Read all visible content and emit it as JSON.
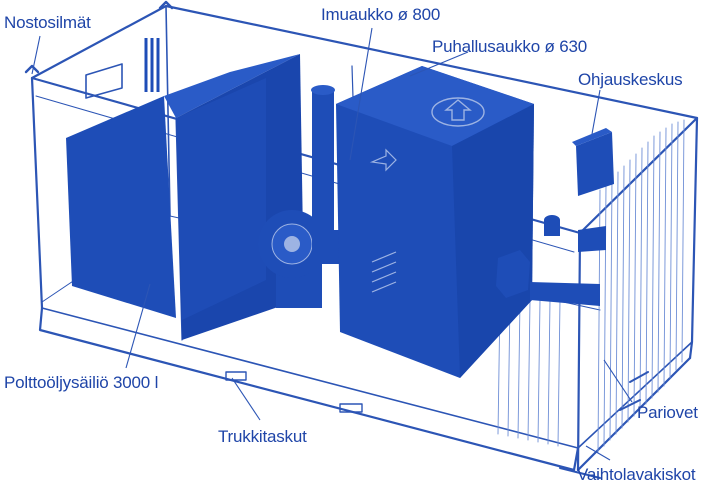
{
  "colors": {
    "accent": "#1f45a8",
    "panel": "#1e4db7",
    "line": "#2c55b5",
    "light": "#9db3e3",
    "background": "#ffffff"
  },
  "labels": {
    "nostosilmat": "Nostosilmät",
    "imuaukko": "Imuaukko ø 800",
    "puhallusaukko": "Puhallusaukko ø 630",
    "ohjauskeskus": "Ohjauskeskus",
    "polttooljysailio": "Polttoöljysäiliö 3000 l",
    "trukkitaskut": "Trukkitaskut",
    "pariovet": "Pariovet",
    "vaihtolavakiskot": "Vaihtolavakiskot"
  }
}
